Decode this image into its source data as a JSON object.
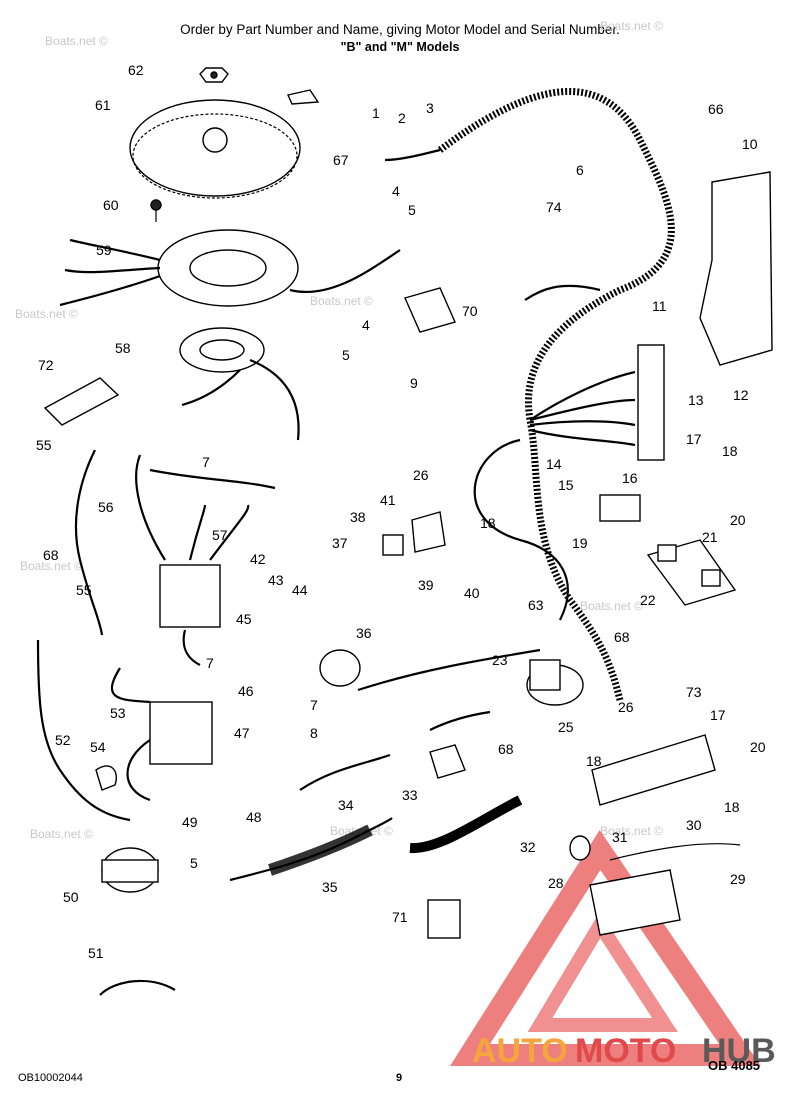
{
  "header": {
    "line1": "Order by Part Number and Name, giving Motor Model and Serial Number.",
    "line2": "\"B\" and \"M\" Models"
  },
  "footer": {
    "code": "OB10002044",
    "page": "9",
    "doc": "OB 4085"
  },
  "watermark": {
    "site": "Boats.net ©",
    "brand_auto": "AUTO",
    "brand_moto": "MOTO",
    "brand_hub": "HUB",
    "brand_colors": {
      "auto": "#f4a53c",
      "moto": "#e04a4a",
      "hub": "#5a5a5a"
    }
  },
  "callouts": [
    "62",
    "61",
    "67",
    "60",
    "59",
    "58",
    "72",
    "55",
    "56",
    "68",
    "55",
    "52",
    "54",
    "50",
    "51",
    "1",
    "2",
    "3",
    "4",
    "5",
    "6",
    "74",
    "66",
    "10",
    "70",
    "4",
    "5",
    "9",
    "11",
    "12",
    "13",
    "17",
    "18",
    "14",
    "15",
    "16",
    "20",
    "21",
    "19",
    "22",
    "7",
    "57",
    "42",
    "43",
    "44",
    "45",
    "7",
    "46",
    "53",
    "47",
    "49",
    "5",
    "48",
    "41",
    "38",
    "37",
    "26",
    "18",
    "39",
    "40",
    "36",
    "7",
    "8",
    "34",
    "33",
    "35",
    "71",
    "63",
    "68",
    "23",
    "25",
    "26",
    "18",
    "73",
    "17",
    "20",
    "18",
    "68",
    "32",
    "31",
    "30",
    "28",
    "29"
  ]
}
